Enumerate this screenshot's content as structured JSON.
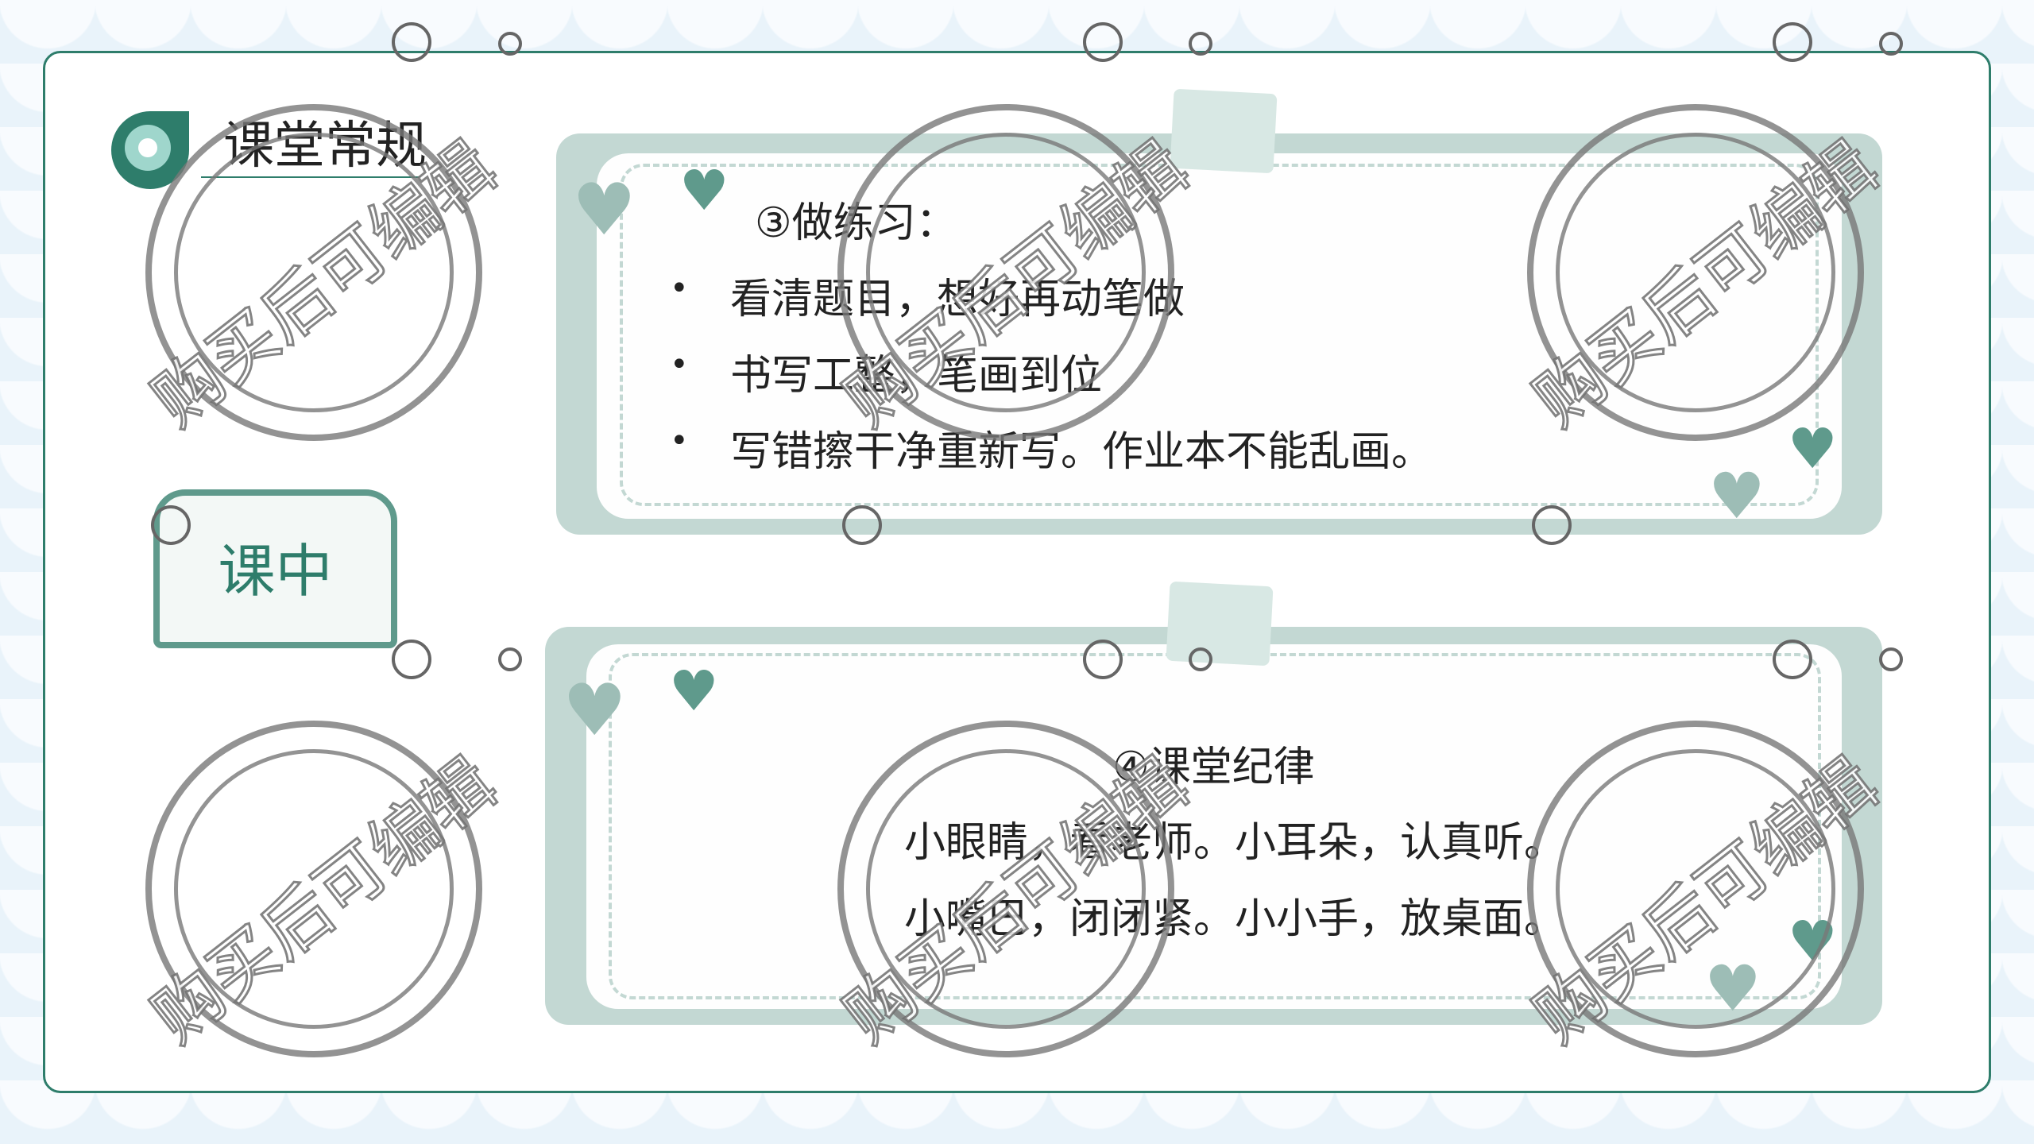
{
  "header": {
    "title": "课堂常规"
  },
  "side_label": "课中",
  "practice": {
    "heading": "③做练习：",
    "bullet": "•",
    "items": [
      "看清题目，想好再动笔做",
      "书写工整，笔画到位",
      "写错擦干净重新写。作业本不能乱画。"
    ]
  },
  "discipline": {
    "heading": "④课堂纪律",
    "lines": [
      "小眼睛，看老师。小耳朵，认真听。",
      "小嘴巴，闭闭紧。小小手，放桌面。"
    ]
  },
  "watermark": "购买后可编辑",
  "colors": {
    "accent": "#2e7d6b",
    "panel": "#c3d8d3"
  }
}
